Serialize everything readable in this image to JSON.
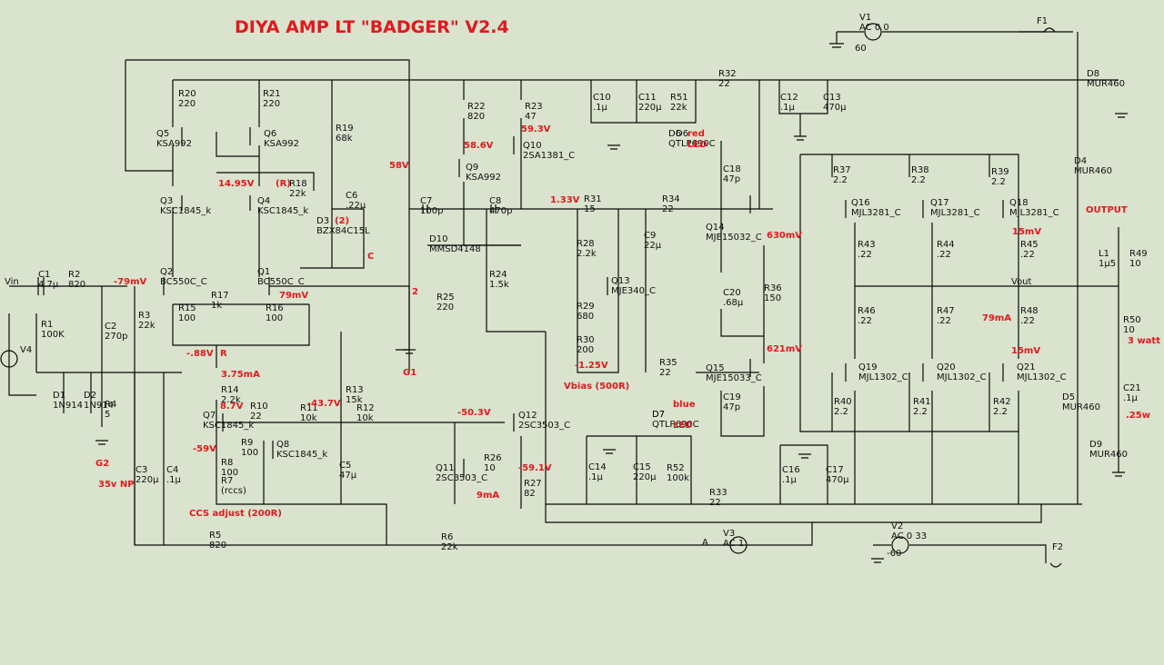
{
  "title": "DIYA AMP LT \"BADGER\" V2.4",
  "colors": {
    "background": "#d9e3cd",
    "wire": "#0a0a0a",
    "annotation": "#e0191e"
  },
  "components": [
    {
      "ref": "R20",
      "val": "220"
    },
    {
      "ref": "R21",
      "val": "220"
    },
    {
      "ref": "R19",
      "val": "68k"
    },
    {
      "ref": "R22",
      "val": "820"
    },
    {
      "ref": "R23",
      "val": "47"
    },
    {
      "ref": "R32",
      "val": "22"
    },
    {
      "ref": "C10",
      "val": ".1µ"
    },
    {
      "ref": "C11",
      "val": "220µ"
    },
    {
      "ref": "R51",
      "val": "22k"
    },
    {
      "ref": "D6",
      "val": "QTLP690C"
    },
    {
      "ref": "C12",
      "val": ".1µ"
    },
    {
      "ref": "C13",
      "val": "470µ"
    },
    {
      "ref": "Q5",
      "val": "KSA992"
    },
    {
      "ref": "Q6",
      "val": "KSA992"
    },
    {
      "ref": "Q10",
      "val": "2SA1381_C"
    },
    {
      "ref": "Q9",
      "val": "KSA992"
    },
    {
      "ref": "R18",
      "val": "22k"
    },
    {
      "ref": "C6",
      "val": ".22µ"
    },
    {
      "ref": "Q3",
      "val": "KSC1845_k"
    },
    {
      "ref": "Q4",
      "val": "KSC1845_k"
    },
    {
      "ref": "D3",
      "val": "BZX84C15L"
    },
    {
      "ref": "C7",
      "val": "100p"
    },
    {
      "ref": "C8",
      "val": "470p"
    },
    {
      "ref": "D10",
      "val": "MMSD4148"
    },
    {
      "ref": "R31",
      "val": "15"
    },
    {
      "ref": "R34",
      "val": "22"
    },
    {
      "ref": "C18",
      "val": "47p"
    },
    {
      "ref": "Q14",
      "val": "MJE15032_C"
    },
    {
      "ref": "C9",
      "val": "22µ"
    },
    {
      "ref": "R28",
      "val": "2.2k"
    },
    {
      "ref": "Q13",
      "val": "MJE340_C"
    },
    {
      "ref": "R29",
      "val": "680"
    },
    {
      "ref": "R30",
      "val": "200"
    },
    {
      "ref": "R35",
      "val": "22"
    },
    {
      "ref": "C20",
      "val": ".68µ"
    },
    {
      "ref": "R36",
      "val": "150"
    },
    {
      "ref": "Q15",
      "val": "MJE15033_C"
    },
    {
      "ref": "C19",
      "val": "47p"
    },
    {
      "ref": "Q2",
      "val": "BC550C_C"
    },
    {
      "ref": "Q1",
      "val": "BC550C_C"
    },
    {
      "ref": "R17",
      "val": "1k"
    },
    {
      "ref": "R15",
      "val": "100"
    },
    {
      "ref": "R16",
      "val": "100"
    },
    {
      "ref": "R25",
      "val": "220"
    },
    {
      "ref": "R24",
      "val": "1.5k"
    },
    {
      "ref": "C1",
      "val": "4.7µ"
    },
    {
      "ref": "R2",
      "val": "820"
    },
    {
      "ref": "R1",
      "val": "100K"
    },
    {
      "ref": "C2",
      "val": "270p"
    },
    {
      "ref": "R3",
      "val": "22k"
    },
    {
      "ref": "D1",
      "val": "1N914"
    },
    {
      "ref": "D2",
      "val": "1N914"
    },
    {
      "ref": "R4",
      "val": "5"
    },
    {
      "ref": "R14",
      "val": "2.2k"
    },
    {
      "ref": "Q7",
      "val": "KSC1845_k"
    },
    {
      "ref": "R10",
      "val": "22"
    },
    {
      "ref": "R11",
      "val": "10k"
    },
    {
      "ref": "R12",
      "val": "10k"
    },
    {
      "ref": "R13",
      "val": "15k"
    },
    {
      "ref": "R9",
      "val": "100"
    },
    {
      "ref": "Q8",
      "val": "KSC1845_k"
    },
    {
      "ref": "R8",
      "val": "100"
    },
    {
      "ref": "R7",
      "val": "(rccs)"
    },
    {
      "ref": "C5",
      "val": "47µ"
    },
    {
      "ref": "C3",
      "val": "220µ"
    },
    {
      "ref": "C4",
      "val": ".1µ"
    },
    {
      "ref": "Q12",
      "val": "2SC3503_C"
    },
    {
      "ref": "Q11",
      "val": "2SC3503_C"
    },
    {
      "ref": "R26",
      "val": "10"
    },
    {
      "ref": "R27",
      "val": "82"
    },
    {
      "ref": "D7",
      "val": "QTLP690C"
    },
    {
      "ref": "C14",
      "val": ".1µ"
    },
    {
      "ref": "C15",
      "val": "220µ"
    },
    {
      "ref": "R52",
      "val": "100k"
    },
    {
      "ref": "R33",
      "val": "22"
    },
    {
      "ref": "C16",
      "val": ".1µ"
    },
    {
      "ref": "C17",
      "val": "470µ"
    },
    {
      "ref": "R37",
      "val": "2.2"
    },
    {
      "ref": "R38",
      "val": "2.2"
    },
    {
      "ref": "R39",
      "val": "2.2"
    },
    {
      "ref": "Q16",
      "val": "MJL3281_C"
    },
    {
      "ref": "Q17",
      "val": "MJL3281_C"
    },
    {
      "ref": "Q18",
      "val": "MJL3281_C"
    },
    {
      "ref": "R43",
      "val": ".22"
    },
    {
      "ref": "R44",
      "val": ".22"
    },
    {
      "ref": "R45",
      "val": ".22"
    },
    {
      "ref": "R46",
      "val": ".22"
    },
    {
      "ref": "R47",
      "val": ".22"
    },
    {
      "ref": "R48",
      "val": ".22"
    },
    {
      "ref": "Q19",
      "val": "MJL1302_C"
    },
    {
      "ref": "Q20",
      "val": "MJL1302_C"
    },
    {
      "ref": "Q21",
      "val": "MJL1302_C"
    },
    {
      "ref": "R40",
      "val": "2.2"
    },
    {
      "ref": "R41",
      "val": "2.2"
    },
    {
      "ref": "R42",
      "val": "2.2"
    },
    {
      "ref": "L1",
      "val": "1µ5"
    },
    {
      "ref": "R49",
      "val": "10"
    },
    {
      "ref": "R50",
      "val": "10"
    },
    {
      "ref": "C21",
      "val": ".1µ"
    },
    {
      "ref": "D4",
      "val": "MUR460"
    },
    {
      "ref": "D5",
      "val": "MUR460"
    },
    {
      "ref": "D8",
      "val": "MUR460"
    },
    {
      "ref": "D9",
      "val": "MUR460"
    },
    {
      "ref": "R5",
      "val": "820"
    },
    {
      "ref": "R6",
      "val": "22k"
    },
    {
      "ref": "V1",
      "val": "AC 0 0"
    },
    {
      "ref": "V2",
      "val": "AC 0 33"
    },
    {
      "ref": "V3",
      "val": "AC 1"
    },
    {
      "ref": "F1",
      "val": ""
    },
    {
      "ref": "F2",
      "val": ""
    },
    {
      "ref": "V4",
      "val": ""
    }
  ],
  "labels": [
    "Vin",
    "(R)",
    "(2)",
    "C",
    "2",
    "G1",
    "G2",
    "R",
    "A",
    "Vout",
    "OUTPUT",
    "60",
    "-60",
    "red",
    "LED",
    "blue",
    "LED",
    "3 watt",
    ".25w",
    "35v NP",
    "CCS adjust (200R)",
    "D6",
    "D7"
  ],
  "annotations": [
    "58.6V",
    "59.3V",
    "58V",
    "14.95V",
    "1.33V",
    "630mV",
    "15mV",
    "-79mV",
    "79mV",
    "-.88V",
    "3.75mA",
    "8.7V",
    "-43.7V",
    "-50.3V",
    "-59V",
    "-59.1V",
    "9mA",
    "Vbias (500R)",
    "-1.25V",
    "621mV",
    "79mA",
    "15mV"
  ]
}
